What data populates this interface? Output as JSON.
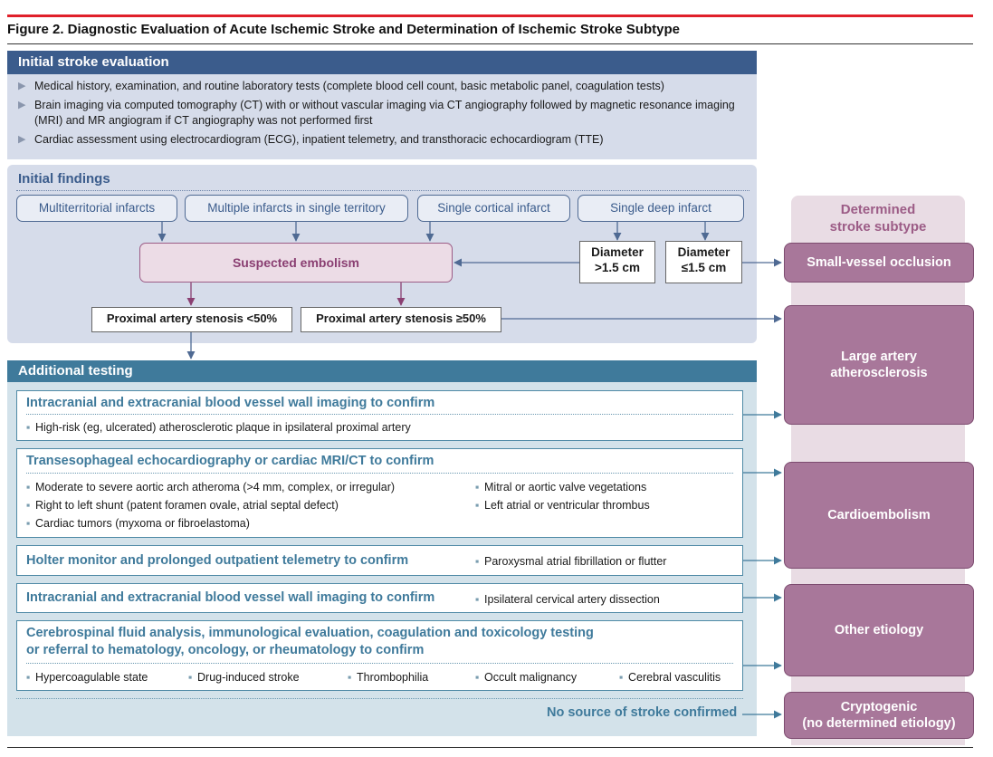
{
  "title": "Figure 2. Diagnostic Evaluation of Acute Ischemic Stroke and Determination of Ischemic Stroke Subtype",
  "initial_evaluation": {
    "header": "Initial stroke evaluation",
    "bullets": [
      "Medical history, examination, and routine laboratory tests (complete blood cell count, basic metabolic panel, coagulation tests)",
      "Brain imaging via computed tomography (CT) with or without vascular imaging via CT angiography followed by magnetic resonance imaging (MRI) and MR angiogram if CT angiography was not performed first",
      "Cardiac assessment using electrocardiogram (ECG), inpatient telemetry, and transthoracic echocardiogram (TTE)"
    ]
  },
  "initial_findings": {
    "header": "Initial findings",
    "findings": [
      "Multiterritorial infarcts",
      "Multiple infarcts in single territory",
      "Single cortical infarct",
      "Single deep infarct"
    ],
    "suspected_embolism": "Suspected embolism",
    "diameter_large": [
      "Diameter",
      ">1.5 cm"
    ],
    "diameter_small": [
      "Diameter",
      "≤1.5 cm"
    ],
    "stenosis_low": "Proximal artery stenosis <50%",
    "stenosis_high": "Proximal artery stenosis ≥50%"
  },
  "additional_testing": {
    "header": "Additional testing",
    "box1": {
      "title": "Intracranial and extracranial blood vessel wall imaging to confirm",
      "items": [
        "High-risk (eg, ulcerated) atherosclerotic plaque in ipsilateral proximal artery"
      ]
    },
    "box2": {
      "title": "Transesophageal echocardiography or cardiac MRI/CT to confirm",
      "items_left": [
        "Moderate to severe aortic arch atheroma (>4 mm, complex, or irregular)",
        "Right to left shunt (patent foramen ovale, atrial septal defect)",
        "Cardiac tumors (myxoma or fibroelastoma)"
      ],
      "items_right": [
        "Mitral or aortic valve vegetations",
        "Left atrial or ventricular thrombus"
      ]
    },
    "box3": {
      "title": "Holter monitor and prolonged outpatient telemetry to confirm",
      "items": [
        "Paroxysmal atrial fibrillation or flutter"
      ]
    },
    "box4": {
      "title": "Intracranial and extracranial blood vessel wall imaging to confirm",
      "items": [
        "Ipsilateral cervical artery dissection"
      ]
    },
    "box5": {
      "title_line1": "Cerebrospinal fluid analysis, immunological evaluation, coagulation and toxicology testing",
      "title_line2": "or referral to hematology, oncology, or rheumatology to confirm",
      "items": [
        "Hypercoagulable state",
        "Drug-induced stroke",
        "Thrombophilia",
        "Occult malignancy",
        "Cerebral vasculitis"
      ]
    },
    "no_source": "No source of stroke confirmed"
  },
  "subtypes": {
    "header_line1": "Determined",
    "header_line2": "stroke subtype",
    "small_vessel": "Small-vessel occlusion",
    "large_artery_line1": "Large artery",
    "large_artery_line2": "atherosclerosis",
    "cardioembolism": "Cardioembolism",
    "other": "Other etiology",
    "cryptogenic_line1": "Cryptogenic",
    "cryptogenic_line2": "(no determined etiology)"
  },
  "colors": {
    "accent_red": "#e0202a",
    "navy": "#3b5c8c",
    "teal": "#3f7a9b",
    "mauve": "#a8779a"
  }
}
